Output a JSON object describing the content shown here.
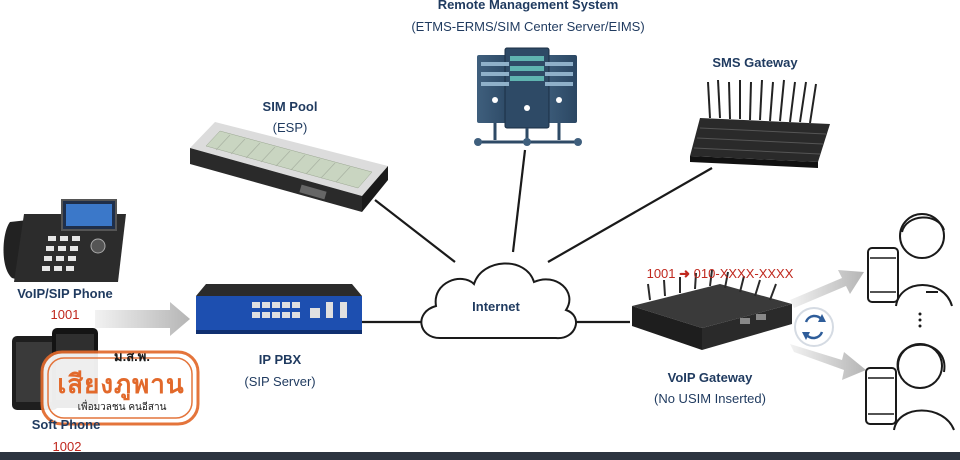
{
  "nodes": {
    "remote_management": {
      "title": "Remote Management System",
      "subtitle": "(ETMS-ERMS/SIM Center Server/EIMS)"
    },
    "sms_gateway": {
      "title": "SMS Gateway"
    },
    "sim_pool": {
      "title": "SIM Pool",
      "subtitle": "(ESP)"
    },
    "voip_phone": {
      "title": "VoIP/SIP Phone",
      "number": "1001"
    },
    "ip_pbx": {
      "title": "IP PBX",
      "subtitle": "(SIP Server)"
    },
    "internet": {
      "title": "Internet"
    },
    "voip_gateway": {
      "title": "VoIP Gateway",
      "subtitle": "(No USIM Inserted)",
      "route_from": "1001",
      "route_to": "010-XXXX-XXXX"
    },
    "soft_phone": {
      "title": "Soft Phone",
      "number": "1002"
    }
  },
  "watermark": {
    "top": "ม.ส.พ.",
    "main": "เสียงภูพาน",
    "sub": "เพื่อมวลชน คนอีสาน"
  },
  "colors": {
    "text_dark": "#1f3a5f",
    "accent_red": "#c0281e",
    "line": "#1a1a1a",
    "arrow_gray": "#bdbdbd",
    "device_blue": "#1d4fb0"
  }
}
